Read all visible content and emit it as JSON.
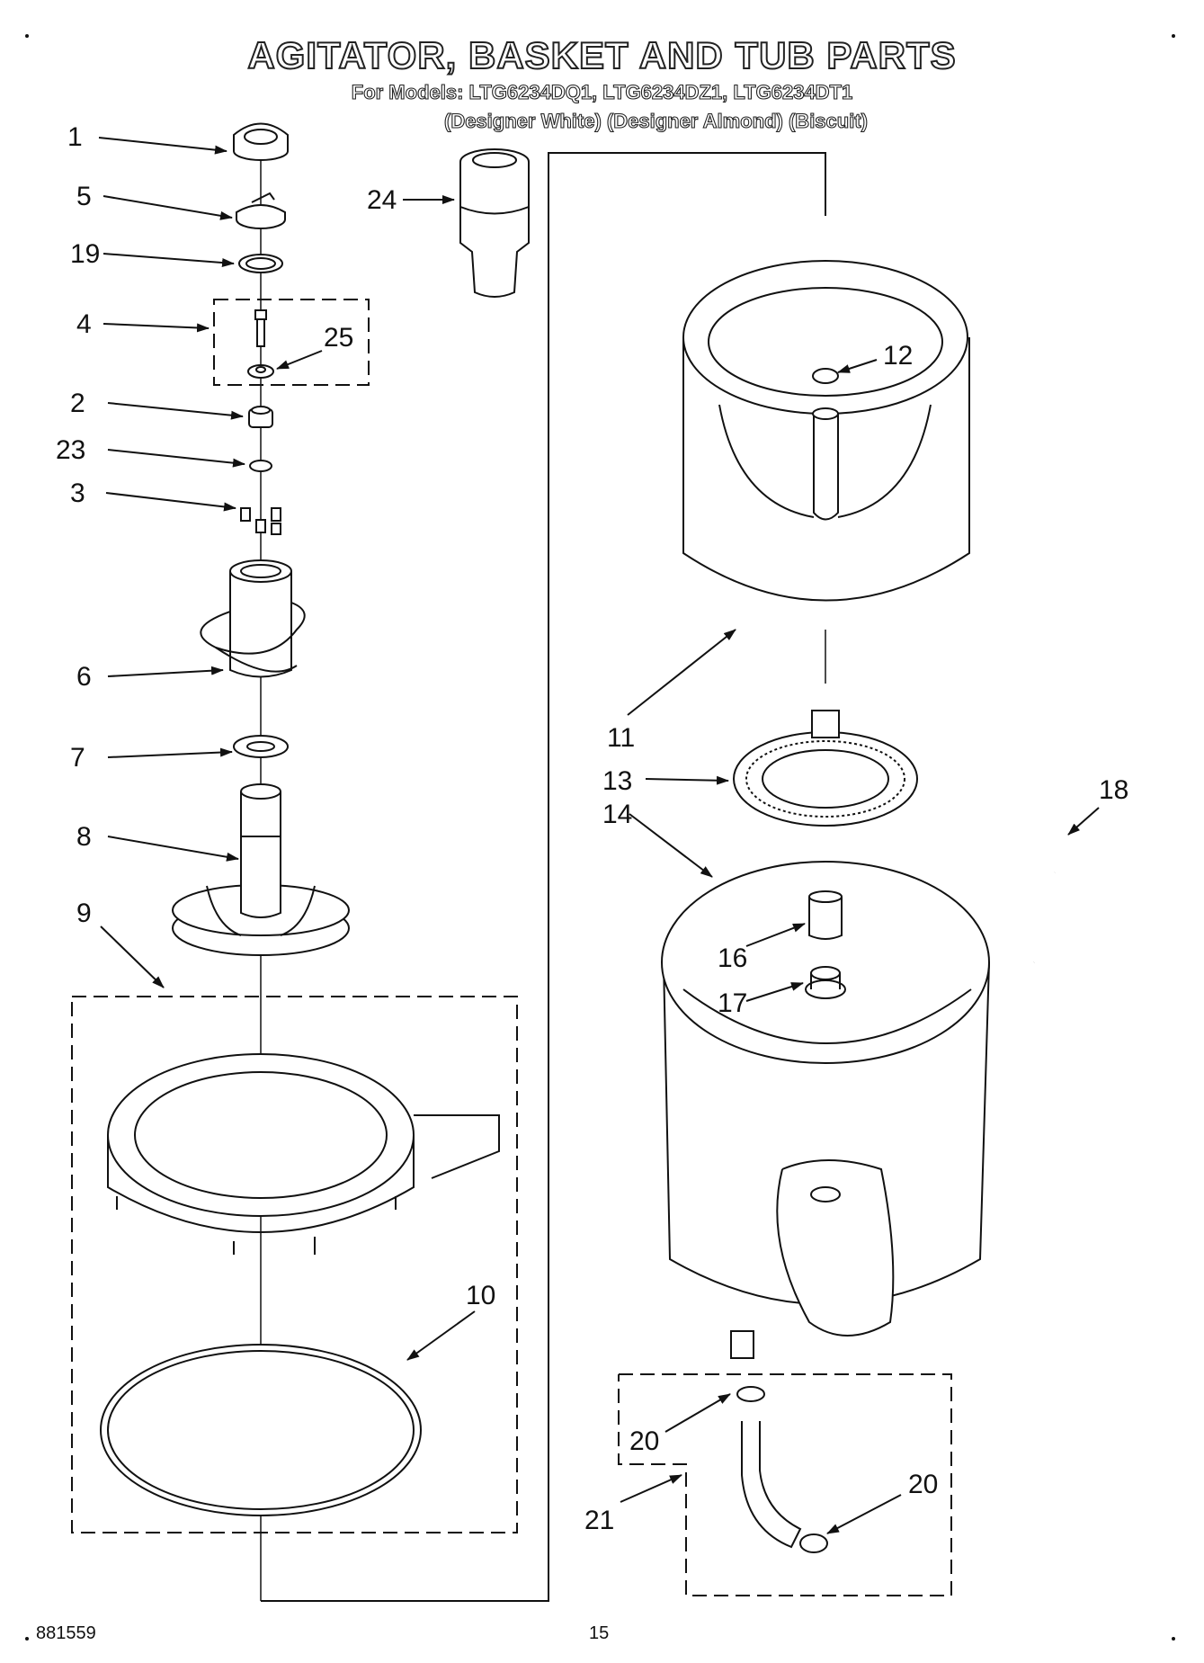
{
  "title": "AGITATOR, BASKET AND TUB PARTS",
  "models_line": "For Models: LTG6234DQ1, LTG6234DZ1, LTG6234DT1",
  "variants_line": "(Designer White) (Designer Almond) (Biscuit)",
  "footer": {
    "doc_number": "881559",
    "page": "15"
  },
  "callouts": {
    "c1": "1",
    "c5": "5",
    "c19": "19",
    "c4": "4",
    "c25": "25",
    "c2": "2",
    "c23": "23",
    "c3": "3",
    "c6": "6",
    "c7": "7",
    "c8": "8",
    "c9": "9",
    "c10": "10",
    "c24": "24",
    "c12": "12",
    "c11": "11",
    "c13": "13",
    "c14": "14",
    "c18": "18",
    "c16": "16",
    "c17": "17",
    "c20a": "20",
    "c20b": "20",
    "c21": "21"
  }
}
